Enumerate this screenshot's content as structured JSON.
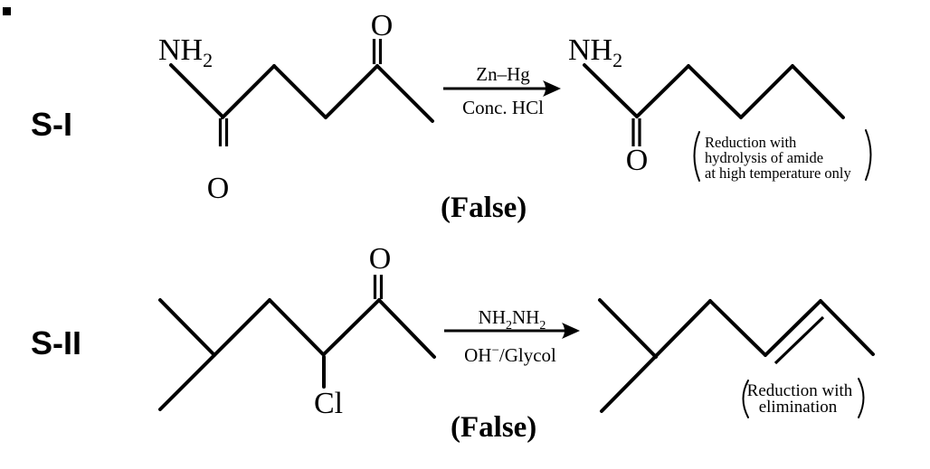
{
  "s1": {
    "label": "S-I",
    "reactant": {
      "amine_main": "NH",
      "amine_sub": "2",
      "carbonyl_o_bottom": "O",
      "ketone_o_top": "O"
    },
    "arrow": {
      "above": "Zn–Hg",
      "below": "Conc. HCl"
    },
    "product": {
      "amine_main": "NH",
      "amine_sub": "2",
      "carbonyl_o": "O"
    },
    "note": {
      "line1": "Reduction with",
      "line2": "hydrolysis of amide",
      "line3": "at high temperature only"
    },
    "verdict": "(False)"
  },
  "s2": {
    "label": "S-II",
    "reactant": {
      "chloro": "Cl",
      "ketone_o": "O"
    },
    "arrow": {
      "above_nh_a": "NH",
      "above_sub_a": "2",
      "above_nh_b": "NH",
      "above_sub_b": "2",
      "below_oh": "OH",
      "below_sup": "−",
      "below_rest": "/Glycol"
    },
    "note": {
      "line1": "Reduction with",
      "line2": "elimination"
    },
    "verdict": "(False)"
  }
}
